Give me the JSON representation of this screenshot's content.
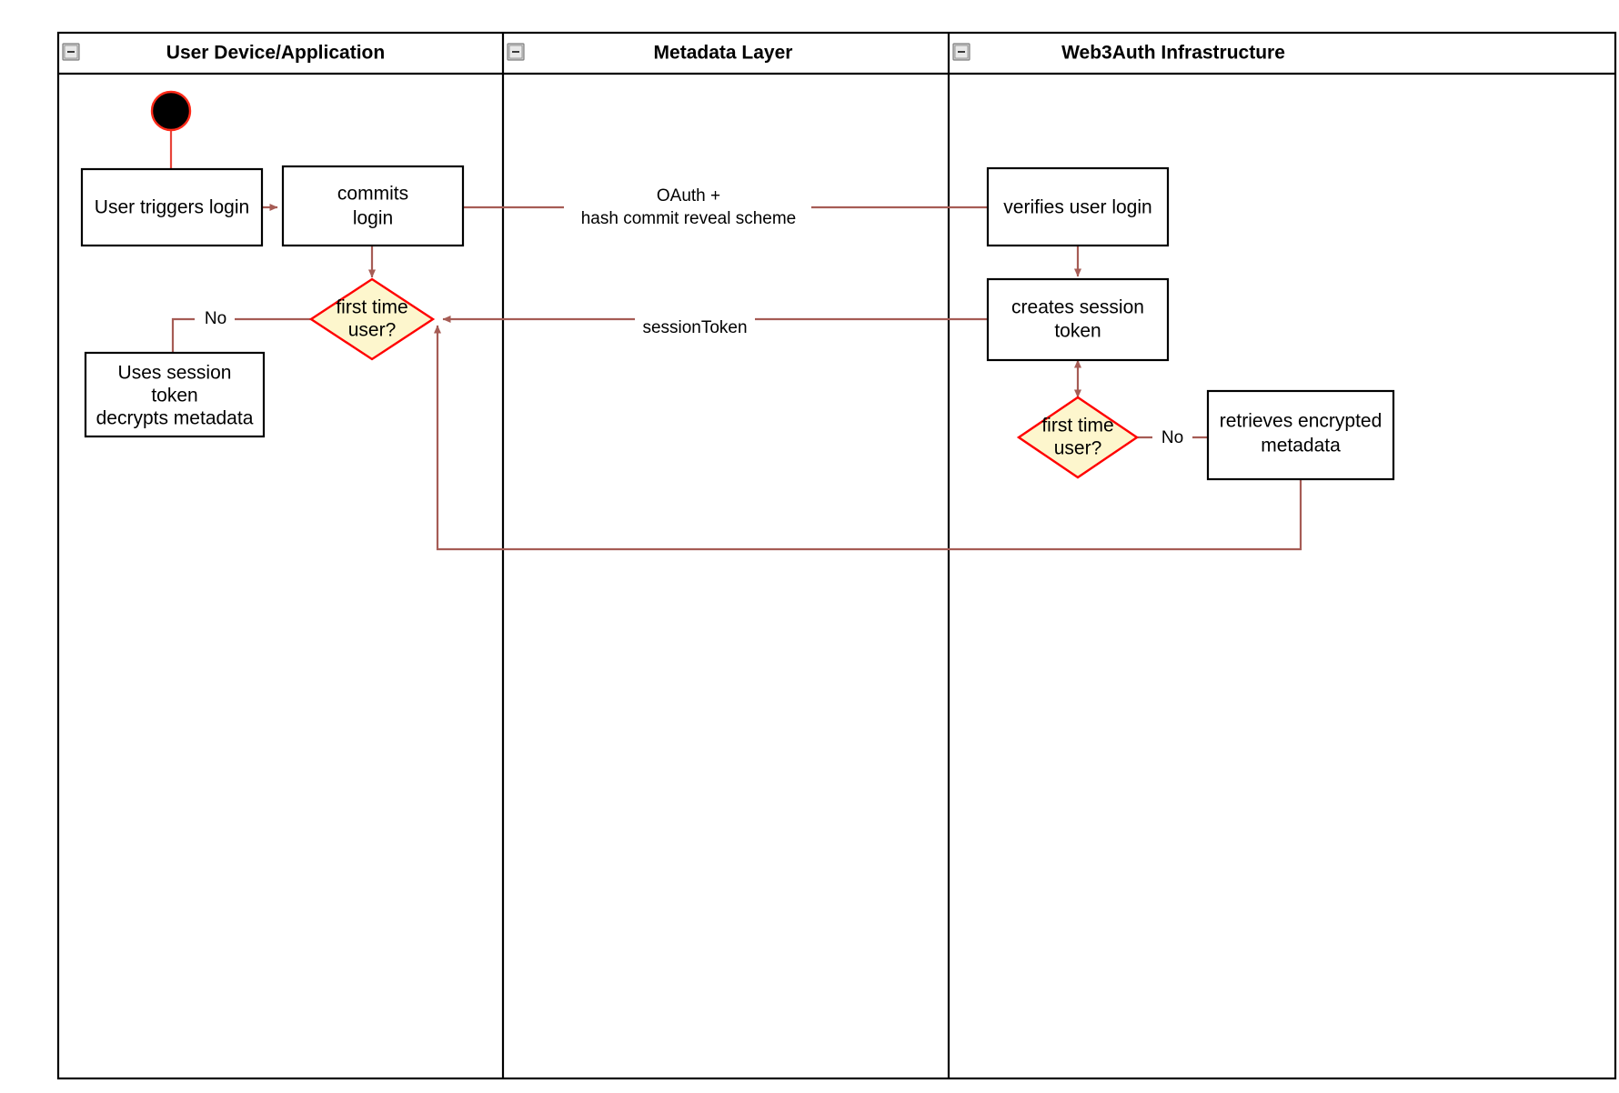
{
  "diagram": {
    "type": "swimlane-activity-diagram",
    "lanes": [
      {
        "id": "user-device",
        "title": "User Device/Application",
        "collapse_icon": "minus-icon"
      },
      {
        "id": "metadata-layer",
        "title": "Metadata Layer",
        "collapse_icon": "minus-icon"
      },
      {
        "id": "web3auth",
        "title": "Web3Auth Infrastructure",
        "collapse_icon": "minus-icon"
      }
    ],
    "nodes": [
      {
        "id": "start",
        "lane": "user-device",
        "shape": "start-circle",
        "label": ""
      },
      {
        "id": "user-triggers-login",
        "lane": "user-device",
        "shape": "rect",
        "label": "User triggers login",
        "lines": [
          "User triggers login"
        ]
      },
      {
        "id": "commits-login",
        "lane": "user-device",
        "shape": "rect",
        "label": "commits login",
        "lines": [
          "commits",
          "login"
        ]
      },
      {
        "id": "first-time-user-left",
        "lane": "user-device",
        "shape": "diamond",
        "label": "first time user?",
        "lines": [
          "first time",
          "user?"
        ]
      },
      {
        "id": "uses-session-token",
        "lane": "user-device",
        "shape": "rect",
        "label": "Uses session token decrypts metadata",
        "lines": [
          "Uses session",
          "token",
          "decrypts metadata"
        ]
      },
      {
        "id": "verifies-user-login",
        "lane": "web3auth",
        "shape": "rect",
        "label": "verifies user login",
        "lines": [
          "verifies user login"
        ]
      },
      {
        "id": "creates-session-token",
        "lane": "web3auth",
        "shape": "rect",
        "label": "creates session token",
        "lines": [
          "creates session",
          "token"
        ]
      },
      {
        "id": "first-time-user-right",
        "lane": "web3auth",
        "shape": "diamond",
        "label": "first time user?",
        "lines": [
          "first time",
          "user?"
        ]
      },
      {
        "id": "retrieves-encrypted-metadata",
        "lane": "web3auth",
        "shape": "rect",
        "label": "retrieves encrypted metadata",
        "lines": [
          "retrieves encrypted",
          "metadata"
        ]
      }
    ],
    "edges": [
      {
        "id": "start-to-trigger",
        "from": "start",
        "to": "user-triggers-login",
        "label": ""
      },
      {
        "id": "trigger-to-commits",
        "from": "user-triggers-login",
        "to": "commits-login",
        "label": ""
      },
      {
        "id": "commits-to-verifies",
        "from": "commits-login",
        "to": "verifies-user-login",
        "label": "OAuth + hash commit reveal scheme",
        "label_lines": [
          "OAuth +",
          "hash commit reveal scheme"
        ]
      },
      {
        "id": "commits-to-decision",
        "from": "commits-login",
        "to": "first-time-user-left",
        "label": ""
      },
      {
        "id": "decision-no-left",
        "from": "first-time-user-left",
        "to": "uses-session-token",
        "label": "No"
      },
      {
        "id": "verifies-to-creates",
        "from": "verifies-user-login",
        "to": "creates-session-token",
        "label": ""
      },
      {
        "id": "creates-to-decision-left",
        "from": "creates-session-token",
        "to": "first-time-user-left",
        "label": "sessionToken"
      },
      {
        "id": "creates-to-decision-right",
        "from": "creates-session-token",
        "to": "first-time-user-right",
        "label": "",
        "bidirectional": true
      },
      {
        "id": "decision-right-no",
        "from": "first-time-user-right",
        "to": "retrieves-encrypted-metadata",
        "label": "No"
      },
      {
        "id": "retrieves-back-to-decision-left",
        "from": "retrieves-encrypted-metadata",
        "to": "first-time-user-left",
        "label": ""
      }
    ],
    "colors": {
      "edge": "#a65c55",
      "decision_fill": "#fdf6cd",
      "decision_stroke": "#ff0000",
      "node_stroke": "#000000",
      "lane_stroke": "#000000",
      "start_node": "#000000",
      "start_node_ring": "#ff2b1a",
      "background": "#ffffff"
    }
  }
}
